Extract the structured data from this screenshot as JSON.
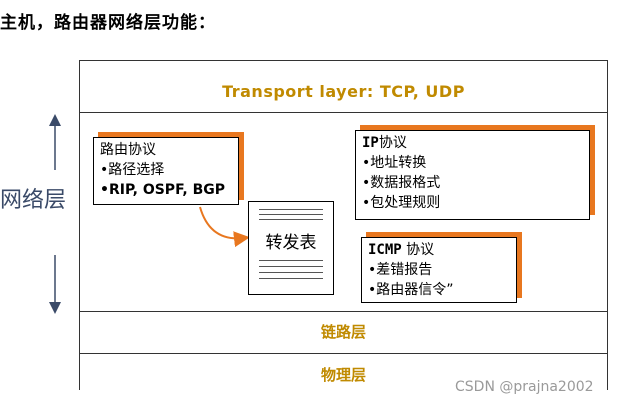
{
  "heading": "主机，路由器网络层功能：",
  "side_label": "网络层",
  "layers": {
    "transport": "Transport layer: TCP, UDP",
    "link": "链路层",
    "physical": "物理层"
  },
  "routing_box": {
    "title": "路由协议",
    "items": [
      "•路径选择",
      "•RIP, OSPF, BGP"
    ]
  },
  "ip_box": {
    "title_prefix": "IP",
    "title_suffix": "协议",
    "items": [
      "•地址转换",
      "•数据报格式",
      "•包处理规则"
    ]
  },
  "icmp_box": {
    "title_prefix": "ICMP",
    "title_suffix": " 协议",
    "items": [
      "•差错报告",
      "•路由器信令”"
    ]
  },
  "forwarding_table": "转发表",
  "watermark": "CSDN @prajna2002",
  "colors": {
    "layer_text": "#c08a00",
    "box_shadow": "#e8771f",
    "side_label": "#3a4a68"
  }
}
